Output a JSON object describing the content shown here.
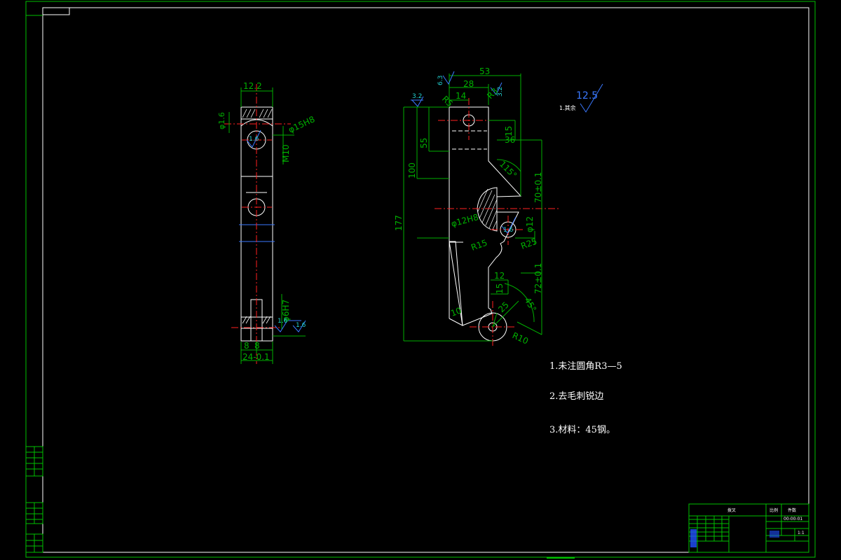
{
  "colors": {
    "background": "#000000",
    "border": "#00c000",
    "outline": "#ffffff",
    "dimension": "#00b000",
    "center_line": "#ff2020",
    "roughness": "#3a78ff",
    "roughness_value": "#22d0d0"
  },
  "notes": {
    "fillet": "1.未注圆角R3—5",
    "deburr": "2.去毛刺锐边",
    "material": "3.材料：45钢。"
  },
  "roughness": {
    "general_value": "12.5",
    "general_label": "1.其余",
    "top_left": "3.2",
    "top_mid": "6.3",
    "top_right": "3.2",
    "side_hole": "1.6",
    "side_bottom_a": "1.6",
    "side_bottom_b": "1.6",
    "front_hole": "1.6"
  },
  "side_view_dims": {
    "top_width": "12.2",
    "small_hole": "φ1.6",
    "bore": "φ15H8",
    "thread": "M10",
    "lower_bore": "φ6H7",
    "slot_a": "8",
    "slot_b": "8",
    "overall_width": "24-0.1"
  },
  "front_view_dims": {
    "top_overall": "53",
    "top_inner": "28",
    "top_left": "14",
    "top_r_left": "R5",
    "top_r_right": "R3",
    "vert_55": "55",
    "vert_100": "100",
    "vert_177": "177",
    "dim_15": "15",
    "dim_36": "36",
    "angle_115": "115°",
    "dim_70": "70±0.1",
    "bore": "φ12H8",
    "small_bore": "φ12",
    "r25": "R25",
    "r15": "R15",
    "dim_12": "12",
    "dim_15b": "15",
    "dim_72": "72±0.1",
    "angle_45": "45°",
    "dim_25": "25",
    "dim_10": "10",
    "r10": "R10"
  },
  "title_block": {
    "name": "拨叉",
    "scale_label": "比例",
    "scale_value": "1:1",
    "qty_label": "件数",
    "drawing_no": "00-00-01"
  }
}
